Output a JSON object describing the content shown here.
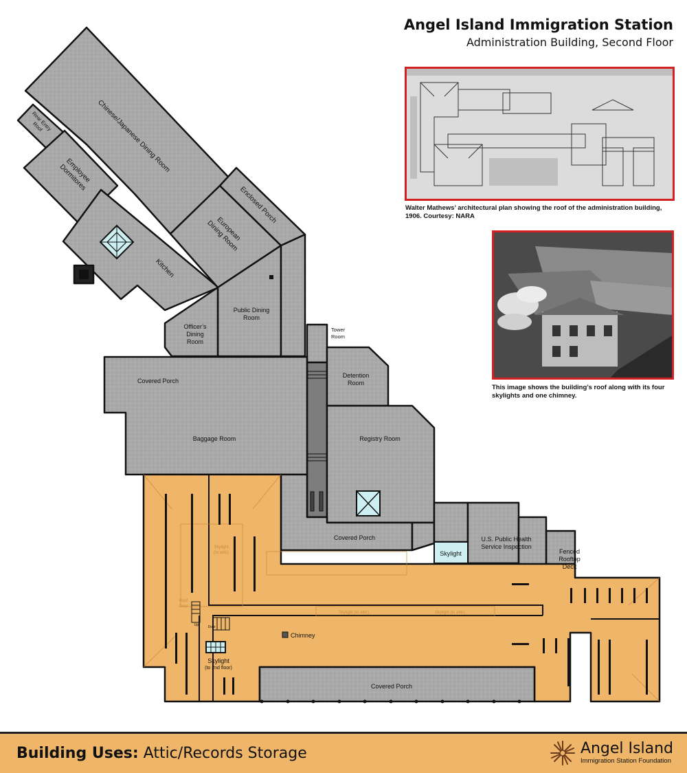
{
  "header": {
    "title": "Angel Island Immigration Station",
    "subtitle": "Administration Building, Second Floor"
  },
  "photos": {
    "plan_caption": "Walter Mathews’ architectural plan showing the roof of the administration building, 1906. Courtesy: NARA",
    "roof_caption": "This image shows the building’s roof along with its four skylights and one chimney."
  },
  "rooms": {
    "dining_chinese": "Chinese/Japanese Dining Room",
    "rear_entry_1": "Rear Entry",
    "rear_entry_2": "Roof",
    "employee_1": "Employee",
    "employee_2": "Dormitores",
    "kitchen": "Kitchen",
    "enclosed_porch": "Enclosed Porch",
    "european_1": "European",
    "european_2": "Dining Room",
    "public_dining_1": "Public Dining",
    "public_dining_2": "Room",
    "officers_1": "Officer’s",
    "officers_2": "Dining",
    "officers_3": "Room",
    "tower_1": "Tower",
    "tower_2": "Room",
    "detention_1": "Detention",
    "detention_2": "Room",
    "covered_porch_top": "Covered Porch",
    "baggage": "Baggage Room",
    "registry": "Registry Room",
    "covered_porch_mid": "Covered Porch",
    "skylight": "Skylight",
    "health_1": "U.S. Public Health",
    "health_2": "Service Inspection",
    "fenced_1": "Fenced",
    "fenced_2": "Rooftop",
    "fenced_3": "Deck",
    "chimney": "Chimney",
    "skylight_2nd_1": "Skylight",
    "skylight_2nd_2": "(to 2nd floor)",
    "covered_porch_bottom": "Covered Porch",
    "faint_skylight_attic_1": "Skylight",
    "faint_skylight_attic_2": "(to attic)",
    "faint_skylight_below_1": "Skylight (to attic)",
    "faint_skylight_below_2": "Skylight (to attic)",
    "faint_roof_1": "Roof",
    "faint_roof_2": "Door",
    "faint_up": "Up",
    "faint_door": "Door"
  },
  "footer": {
    "label": "Building Uses:",
    "value": "Attic/Records Storage"
  },
  "logo": {
    "name": "Angel Island",
    "sub": "Immigration Station Foundation"
  },
  "colors": {
    "roof_gray": "#a9a9a9",
    "attic_orange": "#efb669",
    "skylight_cyan": "#cdeff2",
    "photo_border": "#d32020"
  }
}
